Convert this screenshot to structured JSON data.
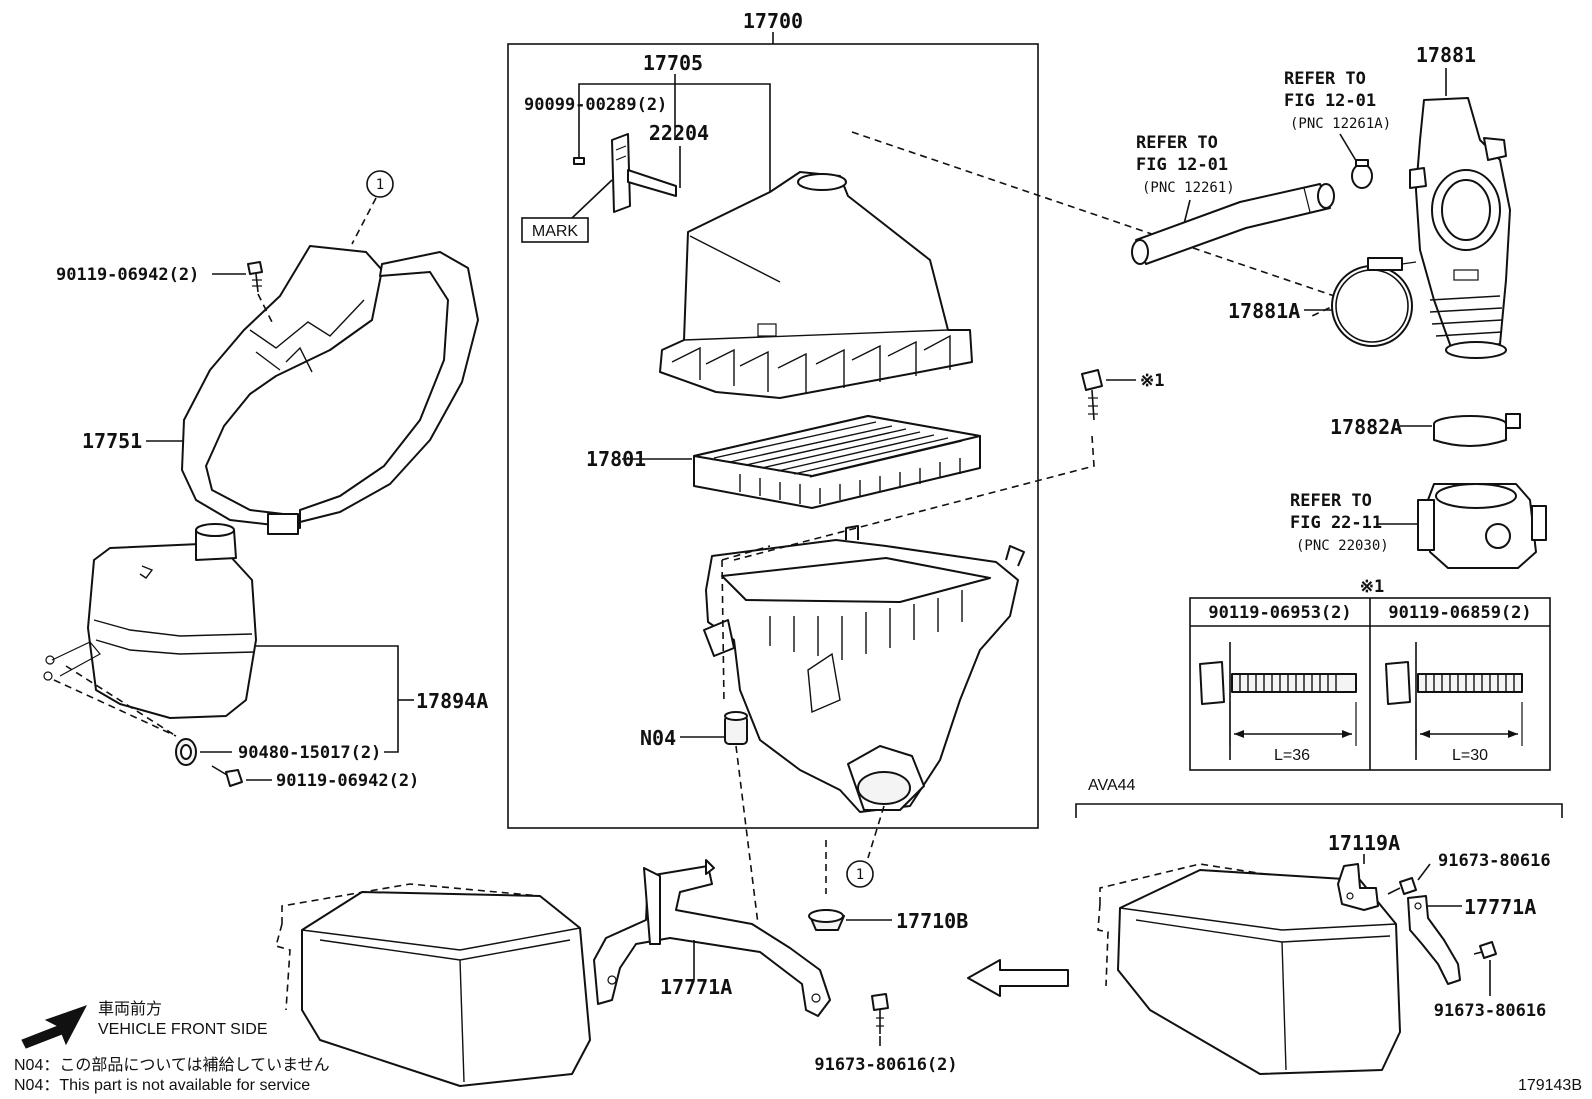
{
  "callouts": {
    "c17700": "17700",
    "c17705": "17705",
    "c22204": "22204",
    "c90099": "90099-00289(2)",
    "mark": "MARK",
    "c17751": "17751",
    "c90119_top": "90119-06942(2)",
    "c17801": "17801",
    "c17894A": "17894A",
    "c90480": "90480-15017(2)",
    "c90119_bot": "90119-06942(2)",
    "cN04": "N04",
    "c17710B": "17710B",
    "c17771A_main": "17771A",
    "c91673_main": "91673-80616(2)",
    "c17881": "17881",
    "c17881A": "17881A",
    "c17882A": "17882A",
    "c17119A": "17119A",
    "c91673_r1": "91673-80616",
    "c17771A_r": "17771A",
    "c91673_r2": "91673-80616",
    "star1": "※1",
    "star1_table": "※1",
    "circle_label": "1",
    "ava44": "AVA44",
    "footer_code": "179143B"
  },
  "refers": {
    "r1": {
      "line1": "REFER TO",
      "line2": "FIG 12-01",
      "line3": "(PNC 12261A)"
    },
    "r2": {
      "line1": "REFER TO",
      "line2": "FIG 12-01",
      "line3": "(PNC 12261)"
    },
    "r3": {
      "line1": "REFER TO",
      "line2": "FIG 22-11",
      "line3": "(PNC 22030)"
    }
  },
  "bolt_table": {
    "col1_header": "90119-06953(2)",
    "col2_header": "90119-06859(2)",
    "col1_length": "L=36",
    "col2_length": "L=30"
  },
  "legend": {
    "front_jp": "車両前方",
    "front_en": "VEHICLE FRONT SIDE",
    "note_jp": "N04：この部品については補給していません",
    "note_en": "N04：This part is not available for service"
  }
}
